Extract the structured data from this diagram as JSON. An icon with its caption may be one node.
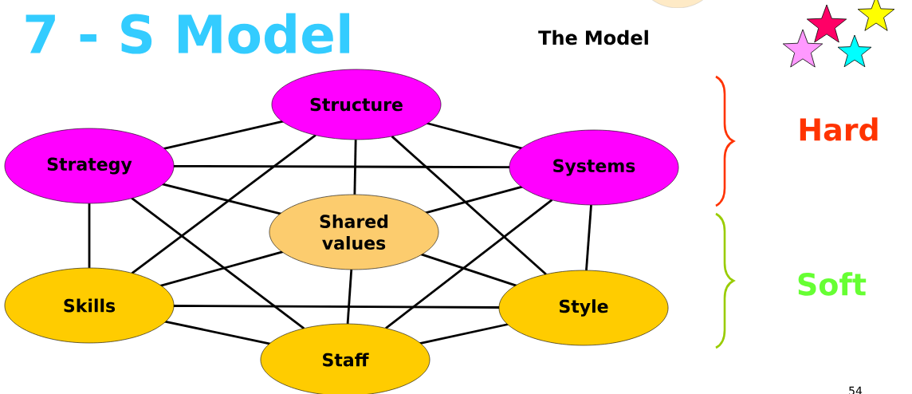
{
  "diagram": {
    "title": "7 - S Model",
    "nodes": [
      {
        "text": [
          "Structure"
        ]
      },
      {
        "text": [
          "Strategy"
        ]
      },
      {
        "text": [
          "Systems"
        ]
      },
      {
        "text": [
          "Shared values"
        ]
      },
      {
        "text": [
          "Skills"
        ]
      },
      {
        "text": [
          "Style"
        ]
      },
      {
        "text": [
          "Staff"
        ]
      }
    ],
    "edges": [
      {
        "from": 0,
        "to": 1,
        "arrow": "none"
      },
      {
        "from": 0,
        "to": 2,
        "arrow": "none"
      },
      {
        "from": 0,
        "to": 3,
        "arrow": "none"
      },
      {
        "from": 0,
        "to": 4,
        "arrow": "none"
      },
      {
        "from": 0,
        "to": 5,
        "arrow": "none"
      },
      {
        "from": 1,
        "to": 2,
        "arrow": "none"
      },
      {
        "from": 1,
        "to": 3,
        "arrow": "none"
      },
      {
        "from": 1,
        "to": 6,
        "arrow": "none"
      },
      {
        "from": 1,
        "to": 4,
        "arrow": "none"
      },
      {
        "from": 2,
        "to": 3,
        "arrow": "none"
      },
      {
        "from": 2,
        "to": 6,
        "arrow": "none"
      },
      {
        "from": 2,
        "to": 5,
        "arrow": "none"
      },
      {
        "from": 3,
        "to": 4,
        "arrow": "none"
      },
      {
        "from": 3,
        "to": 5,
        "arrow": "none"
      },
      {
        "from": 3,
        "to": 6,
        "arrow": "none"
      },
      {
        "from": 4,
        "to": 5,
        "arrow": "none"
      },
      {
        "from": 4,
        "to": 6,
        "arrow": "none"
      },
      {
        "from": 6,
        "to": 5,
        "arrow": "none"
      }
    ],
    "labels": [
      "The Model",
      "Hard",
      "Soft",
      "54"
    ]
  }
}
